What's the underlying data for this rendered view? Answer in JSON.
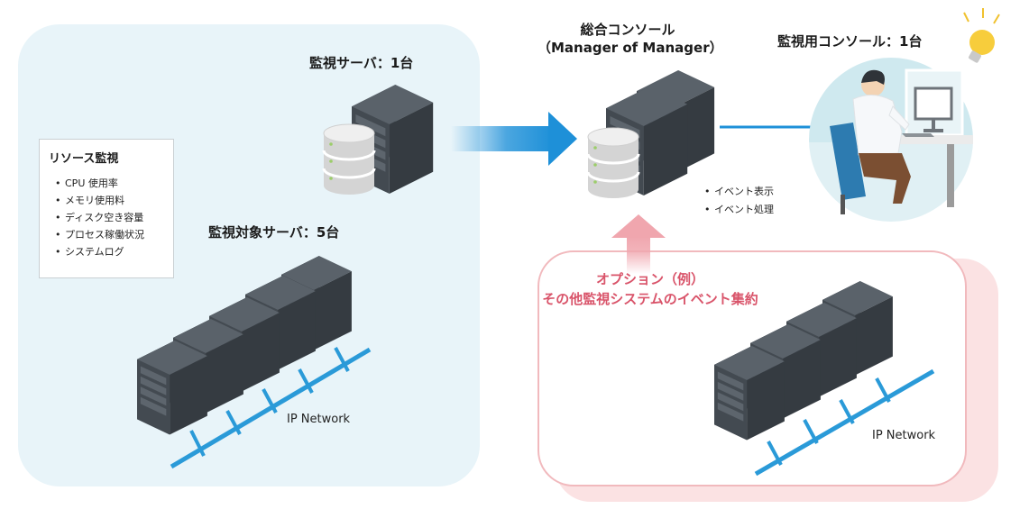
{
  "labels": {
    "monitoring_server": "監視サーバ：1台",
    "monitored_servers": "監視対象サーバ：5台",
    "ip_network_left": "IP Network",
    "ip_network_right": "IP Network",
    "integrated_console_line1": "総合コンソール",
    "integrated_console_line2": "（Manager of Manager）",
    "monitoring_console": "監視用コンソール：1台"
  },
  "resource_monitoring": {
    "title": "リソース監視",
    "items": [
      "CPU 使用率",
      "メモリ使用料",
      "ディスク空き容量",
      "プロセス稼働状況",
      "システムログ"
    ]
  },
  "events": {
    "items": [
      "イベント表示",
      "イベント処理"
    ]
  },
  "option": {
    "line1": "オプション（例）",
    "line2": "その他監視システムのイベント集約"
  },
  "colors": {
    "panel_left_bg": "#e8f4f9",
    "arrow_blue": "#1e90d8",
    "arrow_pink": "#f0a6ae",
    "option_text": "#d9546a",
    "network_line": "#2a9ad8",
    "server_dark": "#3f464e"
  },
  "icons": {
    "server": "server-tower-icon",
    "database": "database-cylinder-icon",
    "person": "operator-at-desk-icon",
    "bulb": "light-bulb-icon"
  }
}
